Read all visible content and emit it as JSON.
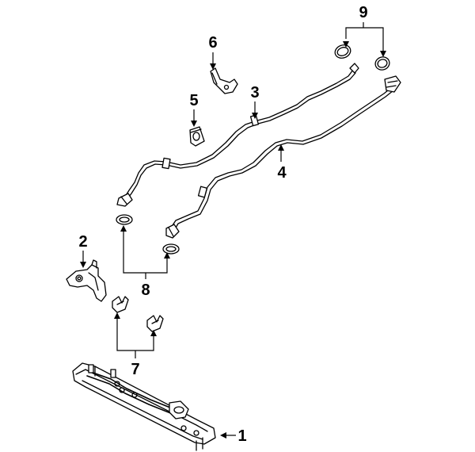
{
  "callouts": [
    {
      "id": "p1",
      "label": "1"
    },
    {
      "id": "p2",
      "label": "2"
    },
    {
      "id": "p3",
      "label": "3"
    },
    {
      "id": "p4",
      "label": "4"
    },
    {
      "id": "p5",
      "label": "5"
    },
    {
      "id": "p6",
      "label": "6"
    },
    {
      "id": "p7",
      "label": "7"
    },
    {
      "id": "p8",
      "label": "8"
    },
    {
      "id": "p9",
      "label": "9"
    }
  ]
}
